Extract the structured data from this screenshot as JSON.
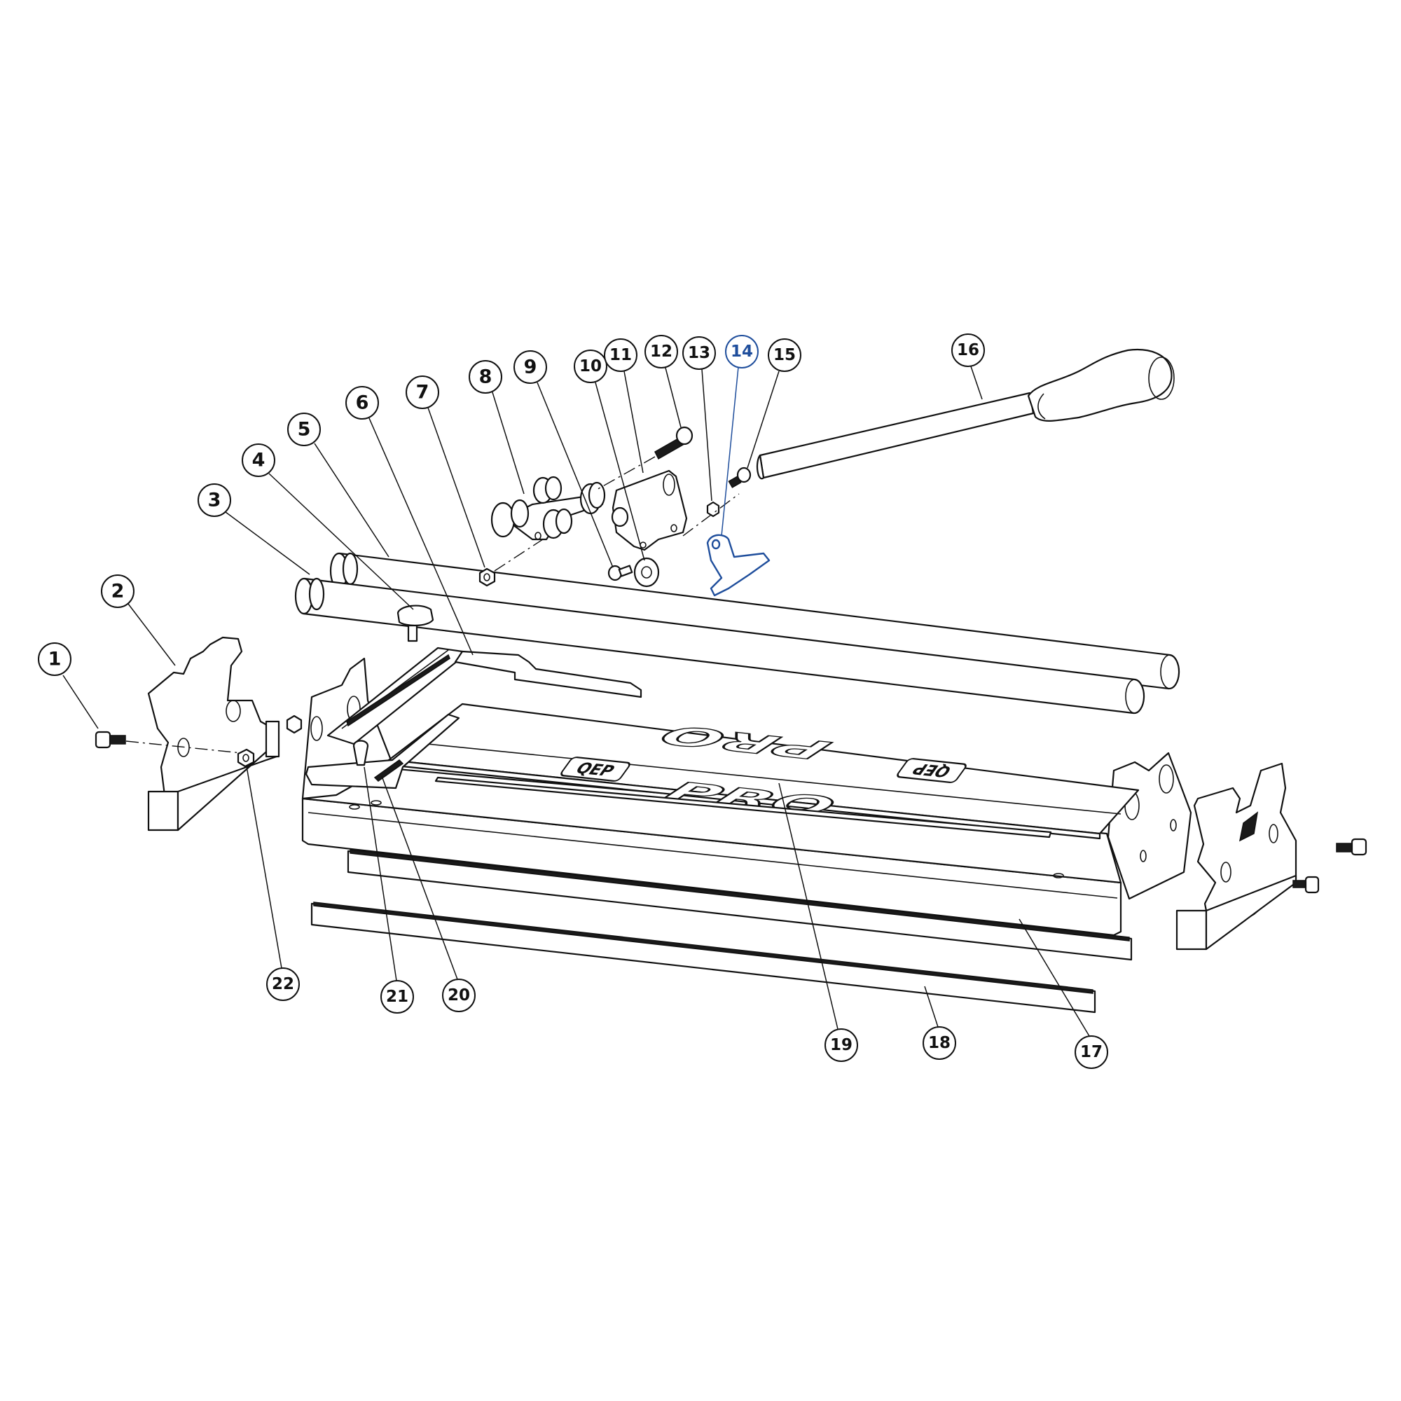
{
  "diagram": {
    "title": "Tile cutter exploded parts diagram",
    "highlight_color": "#1f4e9c",
    "line_color": "#111111",
    "background": "#ffffff",
    "base_branding": {
      "logo_text": "QEP",
      "model_text": "PRO"
    },
    "callouts": [
      {
        "id": "1",
        "label": "1",
        "highlighted": false
      },
      {
        "id": "2",
        "label": "2",
        "highlighted": false
      },
      {
        "id": "3",
        "label": "3",
        "highlighted": false
      },
      {
        "id": "4",
        "label": "4",
        "highlighted": false
      },
      {
        "id": "5",
        "label": "5",
        "highlighted": false
      },
      {
        "id": "6",
        "label": "6",
        "highlighted": false
      },
      {
        "id": "7",
        "label": "7",
        "highlighted": false
      },
      {
        "id": "8",
        "label": "8",
        "highlighted": false
      },
      {
        "id": "9",
        "label": "9",
        "highlighted": false
      },
      {
        "id": "10",
        "label": "10",
        "highlighted": false
      },
      {
        "id": "11",
        "label": "11",
        "highlighted": false
      },
      {
        "id": "12",
        "label": "12",
        "highlighted": false
      },
      {
        "id": "13",
        "label": "13",
        "highlighted": false
      },
      {
        "id": "14",
        "label": "14",
        "highlighted": true
      },
      {
        "id": "15",
        "label": "15",
        "highlighted": false
      },
      {
        "id": "16",
        "label": "16",
        "highlighted": false
      },
      {
        "id": "17",
        "label": "17",
        "highlighted": false
      },
      {
        "id": "18",
        "label": "18",
        "highlighted": false
      },
      {
        "id": "19",
        "label": "19",
        "highlighted": false
      },
      {
        "id": "20",
        "label": "20",
        "highlighted": false
      },
      {
        "id": "21",
        "label": "21",
        "highlighted": false
      },
      {
        "id": "22",
        "label": "22",
        "highlighted": false
      }
    ]
  }
}
